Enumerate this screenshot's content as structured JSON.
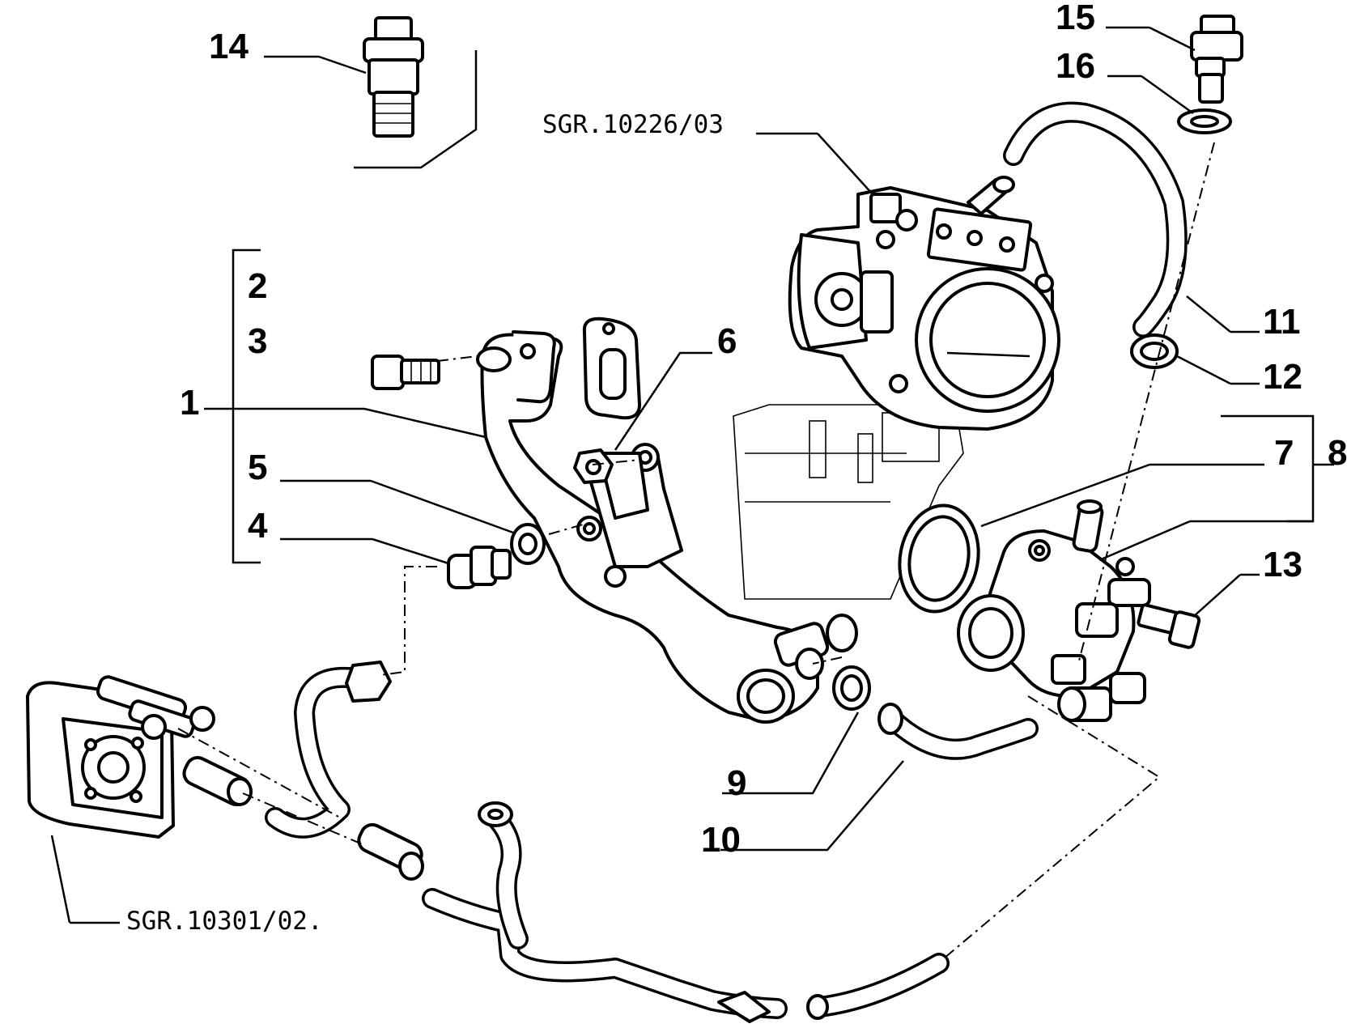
{
  "callouts": [
    {
      "id": "1",
      "text": "1"
    },
    {
      "id": "2",
      "text": "2"
    },
    {
      "id": "3",
      "text": "3"
    },
    {
      "id": "4",
      "text": "4"
    },
    {
      "id": "5",
      "text": "5"
    },
    {
      "id": "6",
      "text": "6"
    },
    {
      "id": "7",
      "text": "7"
    },
    {
      "id": "8",
      "text": "8"
    },
    {
      "id": "9",
      "text": "9"
    },
    {
      "id": "10",
      "text": "10"
    },
    {
      "id": "11",
      "text": "11"
    },
    {
      "id": "12",
      "text": "12"
    },
    {
      "id": "13",
      "text": "13"
    },
    {
      "id": "14",
      "text": "14"
    },
    {
      "id": "15",
      "text": "15"
    },
    {
      "id": "16",
      "text": "16"
    }
  ],
  "references": {
    "throttle_body": "SGR.10226/03",
    "oil_cooler": "SGR.10301/02."
  }
}
